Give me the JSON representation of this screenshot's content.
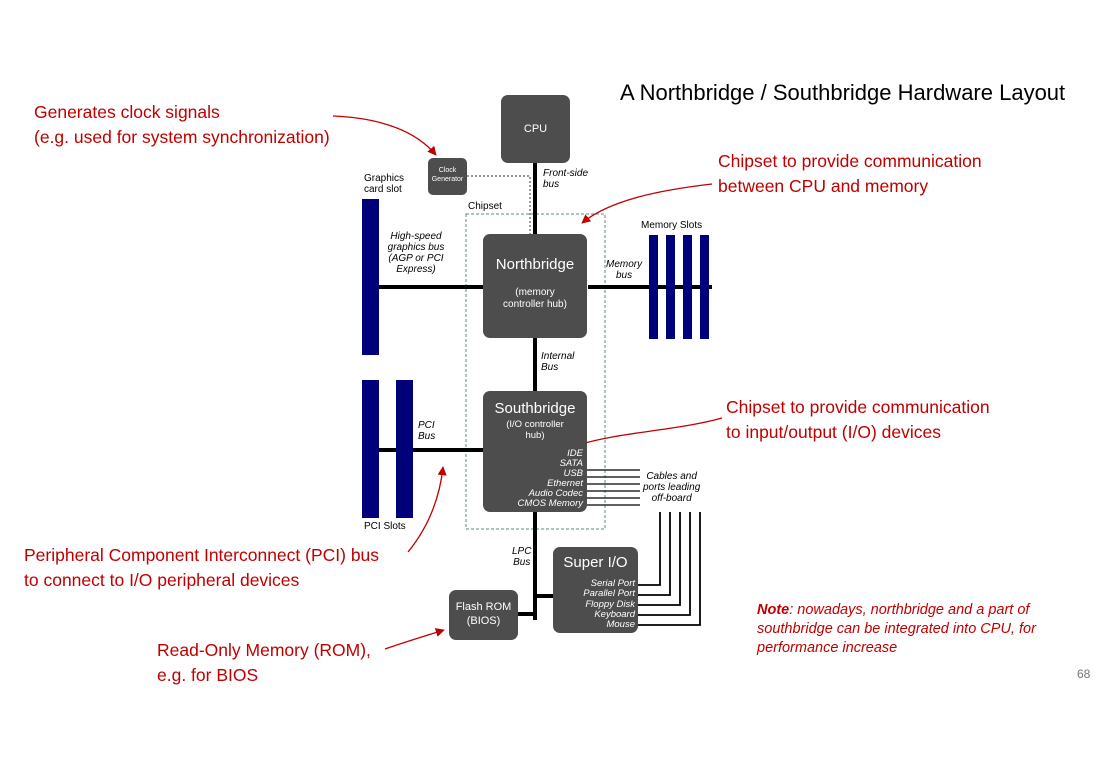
{
  "slide": {
    "title": "A Northbridge / Southbridge Hardware Layout",
    "page_number": "68"
  },
  "callouts": {
    "clock_line1": "Generates clock signals",
    "clock_line2": "(e.g. used for system synchronization)",
    "chipset_mem_line1": "Chipset to provide communication",
    "chipset_mem_line2": "between CPU and memory",
    "chipset_io_line1": "Chipset to provide communication",
    "chipset_io_line2": "to input/output (I/O) devices",
    "pci_line1": "Peripheral Component Interconnect (PCI) bus",
    "pci_line2": "to connect to I/O peripheral devices",
    "rom_line1": "Read-Only Memory (ROM),",
    "rom_line2": "e.g. for BIOS"
  },
  "note": {
    "bold": "Note",
    "text": ": nowadays, northbridge and a part of southbridge can be integrated into CPU, for performance increase"
  },
  "diagram": {
    "cpu": "CPU",
    "clock_line1": "Clock",
    "clock_line2": "Generator",
    "fsb_line1": "Front-side",
    "fsb_line2": "bus",
    "graphics_slot_line1": "Graphics",
    "graphics_slot_line2": "card slot",
    "chipset": "Chipset",
    "hs_bus_line1": "High-speed",
    "hs_bus_line2": "graphics bus",
    "hs_bus_line3": "(AGP or PCI",
    "hs_bus_line4": "Express)",
    "northbridge": "Northbridge",
    "northbridge_sub1": "(memory",
    "northbridge_sub2": "controller hub)",
    "memory_slots": "Memory Slots",
    "memory_bus_line1": "Memory",
    "memory_bus_line2": "bus",
    "internal_bus_line1": "Internal",
    "internal_bus_line2": "Bus",
    "southbridge": "Southbridge",
    "southbridge_sub1": "(I/O controller",
    "southbridge_sub2": "hub)",
    "southbridge_ports": [
      "IDE",
      "SATA",
      "USB",
      "Ethernet",
      "Audio Codec",
      "CMOS Memory"
    ],
    "pci_bus_line1": "PCI",
    "pci_bus_line2": "Bus",
    "pci_slots": "PCI Slots",
    "cables_line1": "Cables and",
    "cables_line2": "ports leading",
    "cables_line3": "off-board",
    "lpc_bus_line1": "LPC",
    "lpc_bus_line2": "Bus",
    "super_io": "Super I/O",
    "super_io_ports": [
      "Serial Port",
      "Parallel Port",
      "Floppy Disk",
      "Keyboard",
      "Mouse"
    ],
    "flash_rom_line1": "Flash ROM",
    "flash_rom_line2": "(BIOS)"
  },
  "colors": {
    "callout": "#c00000",
    "box": "#4d4d4d",
    "slot": "#00007a",
    "bus": "#000000",
    "chipset_border": "#5a8a8a"
  }
}
